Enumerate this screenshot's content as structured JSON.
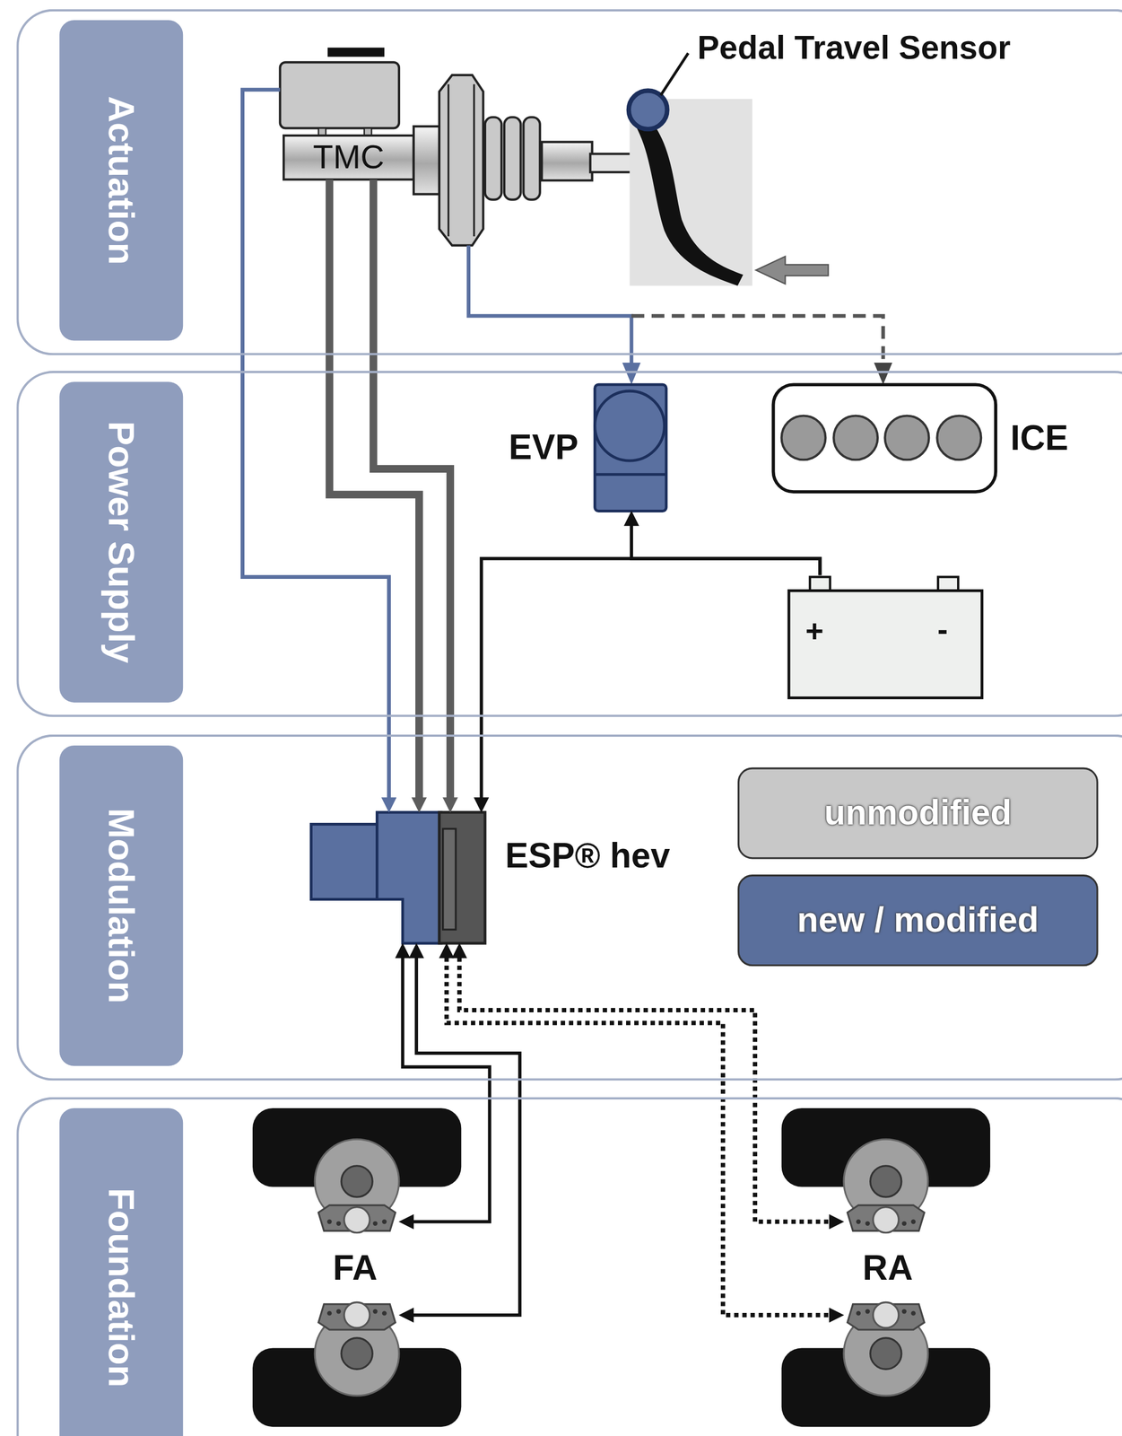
{
  "diagram": {
    "nodes": [
      {
        "text": [
          "Actuation"
        ]
      },
      {
        "text": [
          "TMC"
        ],
        "in": 0
      },
      {
        "text": [
          "Power Supply"
        ]
      },
      {
        "text": [
          "EVP"
        ],
        "in": 2
      },
      {
        "text": [
          "ICE"
        ],
        "in": 2
      },
      {
        "text": [
          "+",
          "-"
        ],
        "in": 2
      },
      {
        "text": [
          "Modulation"
        ]
      },
      {
        "text": [
          "ESP® hev"
        ],
        "in": 6
      },
      {
        "text": [
          "Foundation"
        ]
      },
      {
        "text": [
          "FA"
        ],
        "in": 8
      },
      {
        "text": [
          "RA"
        ],
        "in": 8
      }
    ],
    "edges": [
      {
        "from": 1,
        "to": 7,
        "arrow": "to"
      },
      {
        "from": 1,
        "to": 7,
        "arrow": "to"
      },
      {
        "from": 1,
        "to": 7,
        "arrow": "to"
      },
      {
        "from": 5,
        "to": 3,
        "arrow": "to"
      },
      {
        "from": 5,
        "to": 7,
        "arrow": "to"
      },
      {
        "from": 7,
        "to": 9,
        "arrow": "both"
      },
      {
        "from": 7,
        "to": 9,
        "arrow": "both"
      },
      {
        "from": 7,
        "to": 10,
        "arrow": "both"
      },
      {
        "from": 7,
        "to": 10,
        "arrow": "both"
      }
    ],
    "labels": [
      "Pedal Travel Sensor"
    ],
    "legend": [
      {
        "text": "unmodified",
        "color": "#c8c8c8"
      },
      {
        "text": "new / modified",
        "color": "#5a6f9c"
      }
    ]
  }
}
